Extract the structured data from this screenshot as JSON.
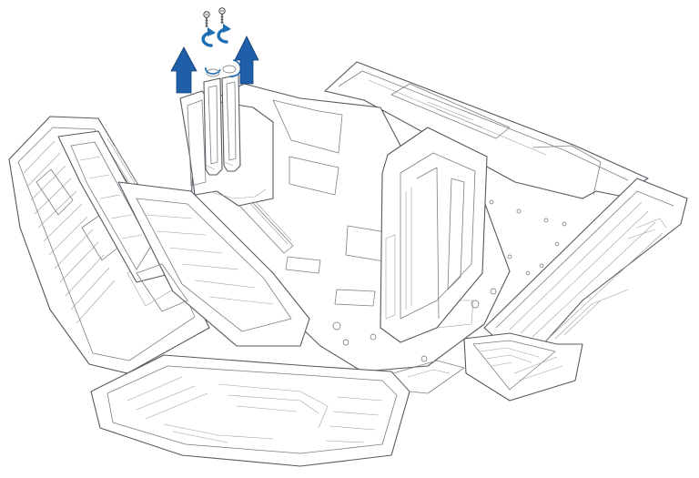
{
  "diagram": {
    "subject": "",
    "accent_color": "#1f6fb4",
    "outline_color": "#555a60",
    "background_color": "#ffffff",
    "arrow_direction": "up",
    "rotation_direction": "counter-clockwise",
    "screw_count": 2,
    "bracket_count": 2,
    "icons": [
      "screw-icon",
      "rotate-ccw-icon",
      "up-arrow-icon",
      "expansion-bracket"
    ]
  }
}
